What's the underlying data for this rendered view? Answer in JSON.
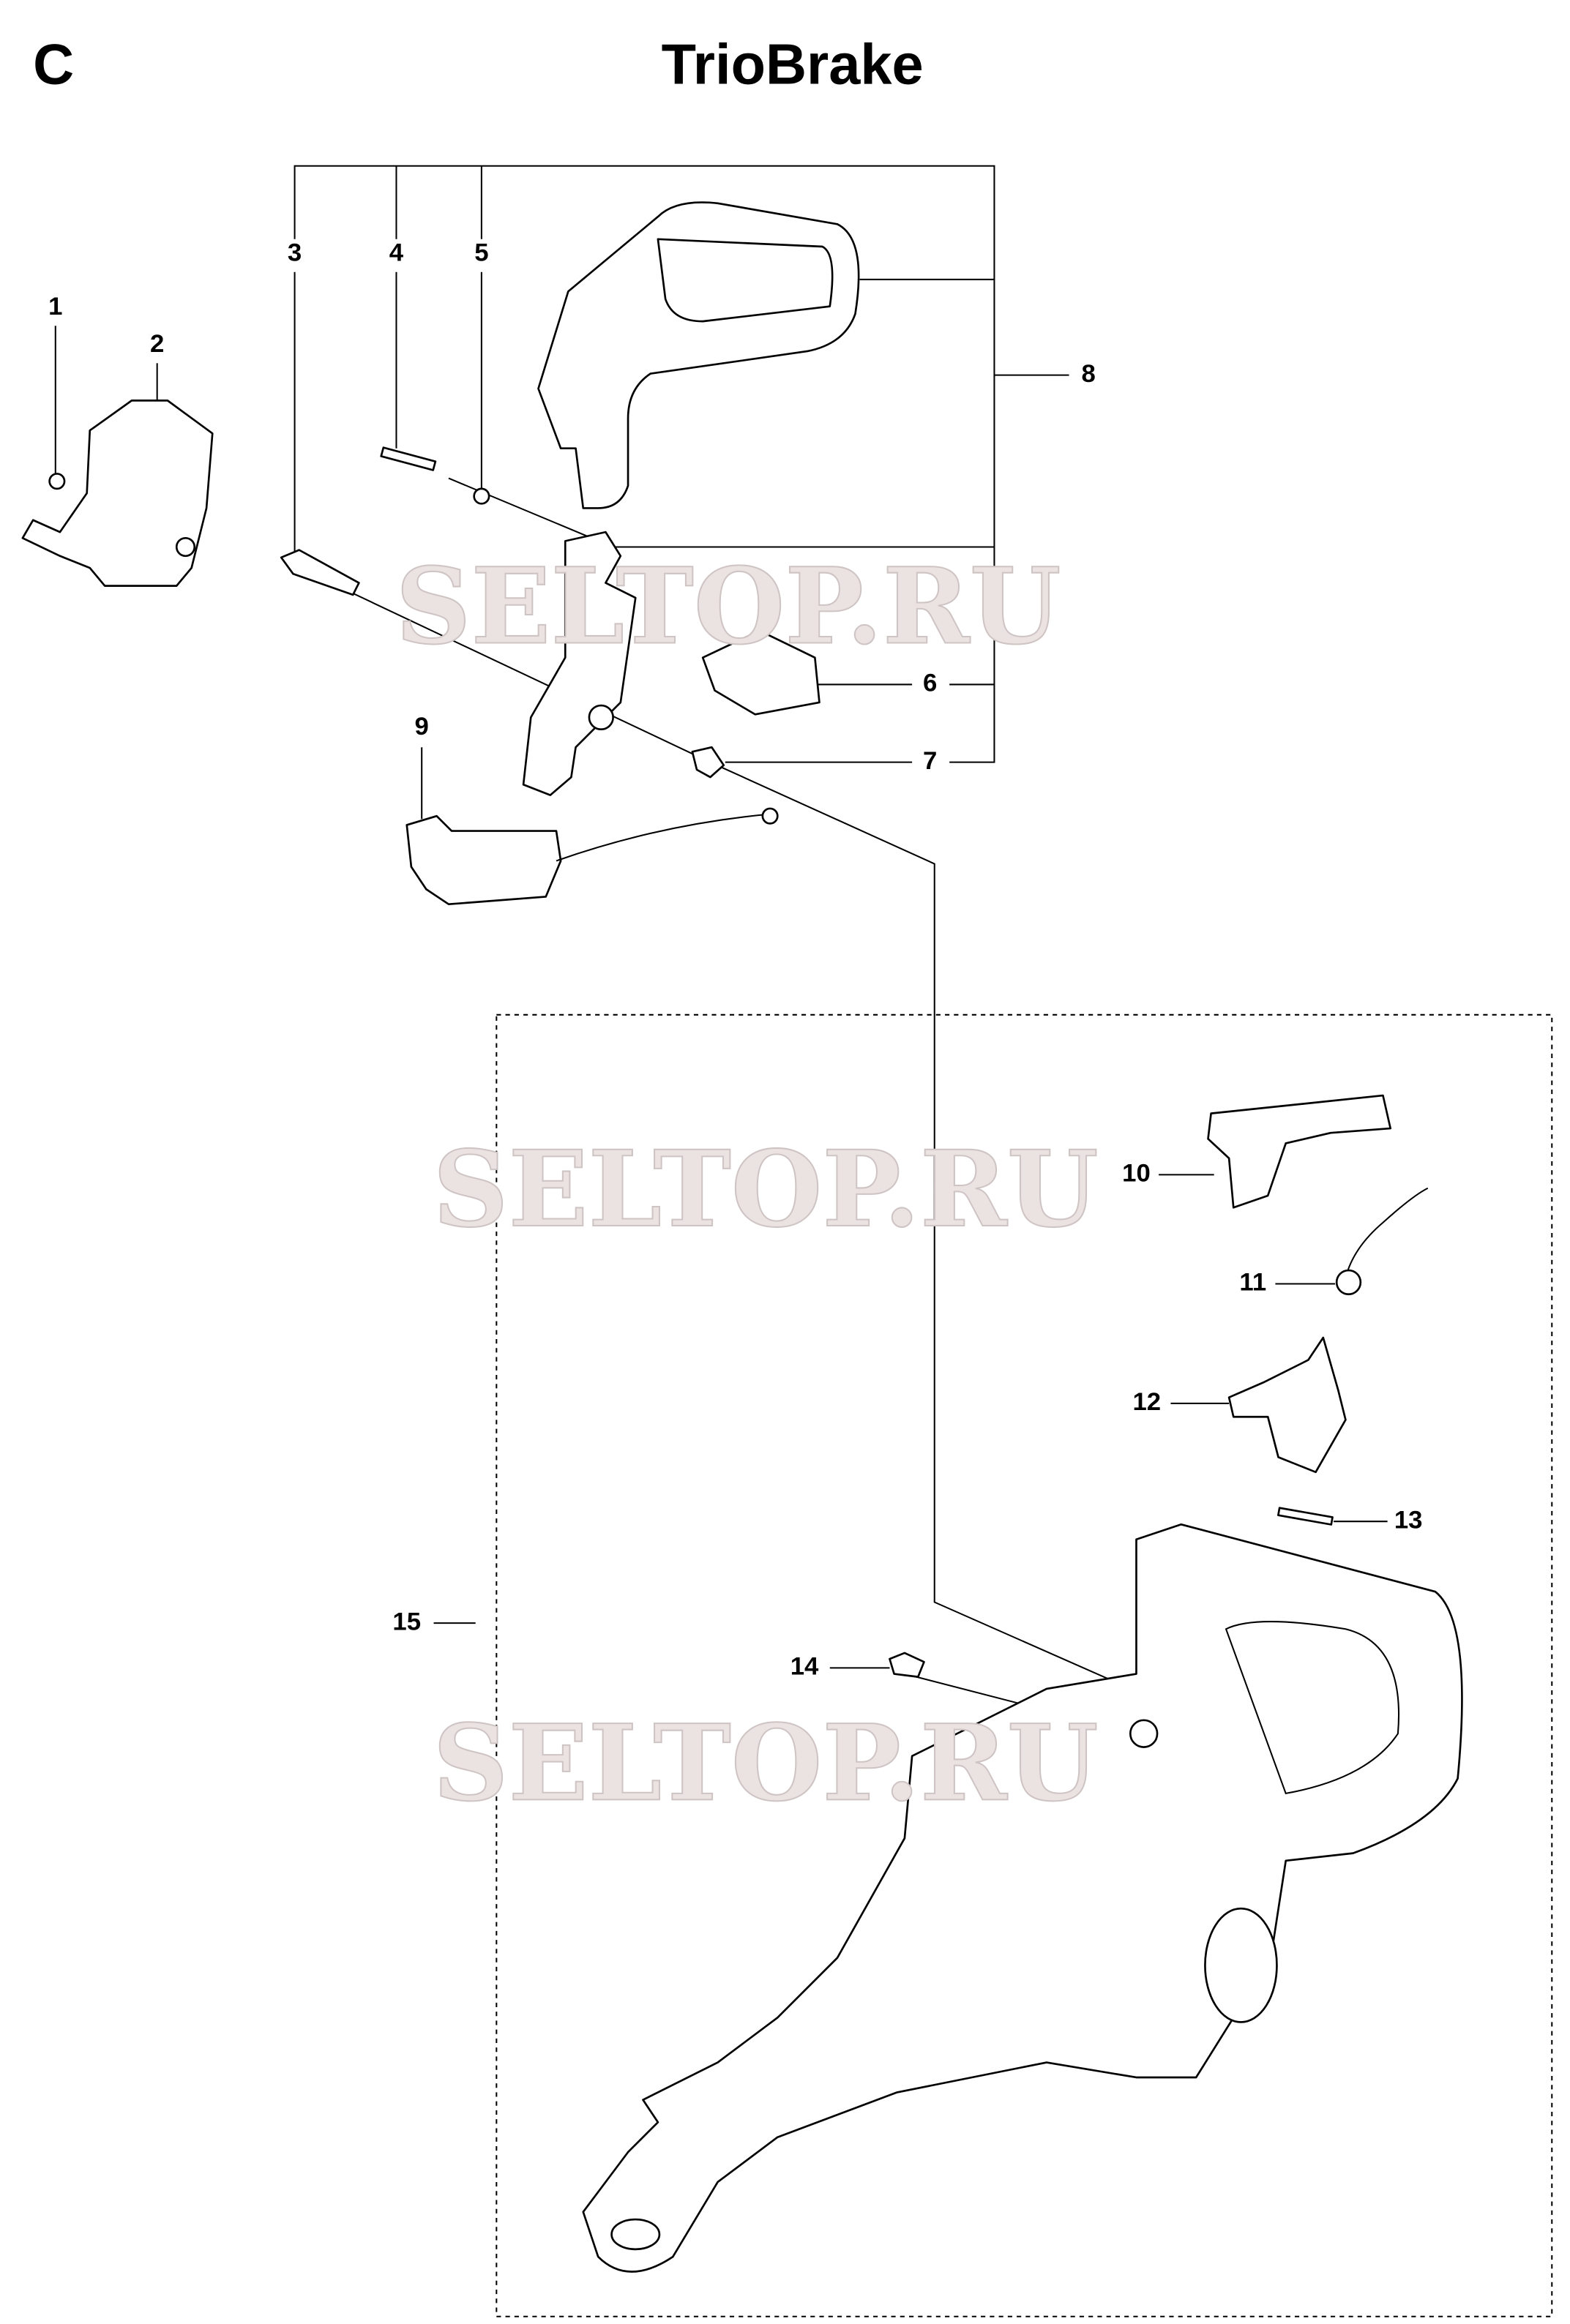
{
  "section_letter": "C",
  "title": "TrioBrake",
  "watermark": "SELTOP.RU",
  "callouts": [
    "1",
    "2",
    "3",
    "4",
    "5",
    "6",
    "7",
    "8",
    "9",
    "10",
    "11",
    "12",
    "13",
    "14",
    "15"
  ]
}
